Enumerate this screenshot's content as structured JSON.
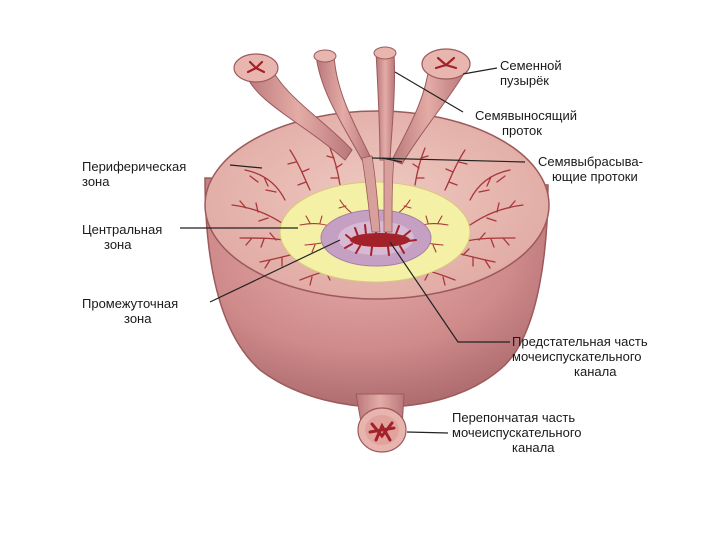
{
  "labels": {
    "seminal_vesicle": [
      "Семенной",
      "пузырёк"
    ],
    "vas_deferens": [
      "Семявыносящий",
      "проток"
    ],
    "ejaculatory_ducts": [
      "Семявыбрасыва-",
      "ющие протоки"
    ],
    "peripheral_zone": [
      "Периферическая",
      "зона"
    ],
    "central_zone": [
      "Центральная",
      "зона"
    ],
    "transition_zone": [
      "Промежуточная",
      "зона"
    ],
    "prostatic_urethra": [
      "Предстательная часть",
      "мочеиспускательного",
      "канала"
    ],
    "membranous_urethra": [
      "Перепончатая часть",
      "мочеиспускательного",
      "канала"
    ]
  },
  "colors": {
    "gland_outer": "#d99a98",
    "gland_side": "#c97f80",
    "section_surface": "#e7b7ad",
    "transition_zone": "#f4f1a6",
    "central_zone": "#c6a0c3",
    "urethra_lumen": "#a3222a",
    "ducts": "#a8363a",
    "tubes": "#d79a95",
    "outline": "#9c5a5c",
    "leader_line": "#222222"
  }
}
